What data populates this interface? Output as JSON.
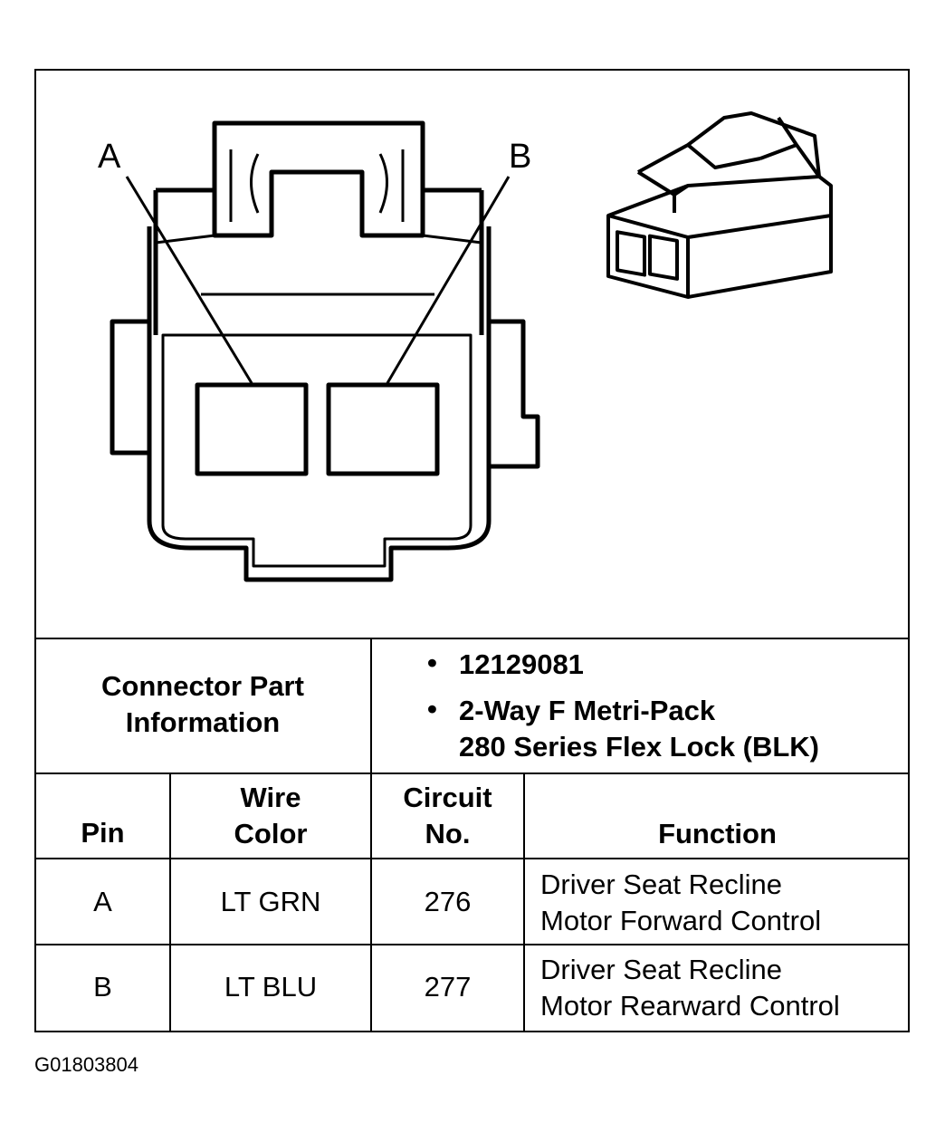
{
  "diagram": {
    "pin_labels": {
      "a": "A",
      "b": "B"
    }
  },
  "connector_info": {
    "label_line1": "Connector Part",
    "label_line2": "Information",
    "part_number": "12129081",
    "desc_line1": "2-Way F Metri-Pack",
    "desc_line2": "280 Series Flex Lock (BLK)"
  },
  "table": {
    "headers": {
      "pin": "Pin",
      "wire_line1": "Wire",
      "wire_line2": "Color",
      "circuit_line1": "Circuit",
      "circuit_line2": "No.",
      "function": "Function"
    },
    "rows": [
      {
        "pin": "A",
        "wire_color": "LT GRN",
        "circuit": "276",
        "function_line1": "Driver Seat Recline",
        "function_line2": "Motor Forward Control"
      },
      {
        "pin": "B",
        "wire_color": "LT BLU",
        "circuit": "277",
        "function_line1": "Driver Seat Recline",
        "function_line2": "Motor Rearward Control"
      }
    ]
  },
  "footer": {
    "figure_id": "G01803804"
  }
}
